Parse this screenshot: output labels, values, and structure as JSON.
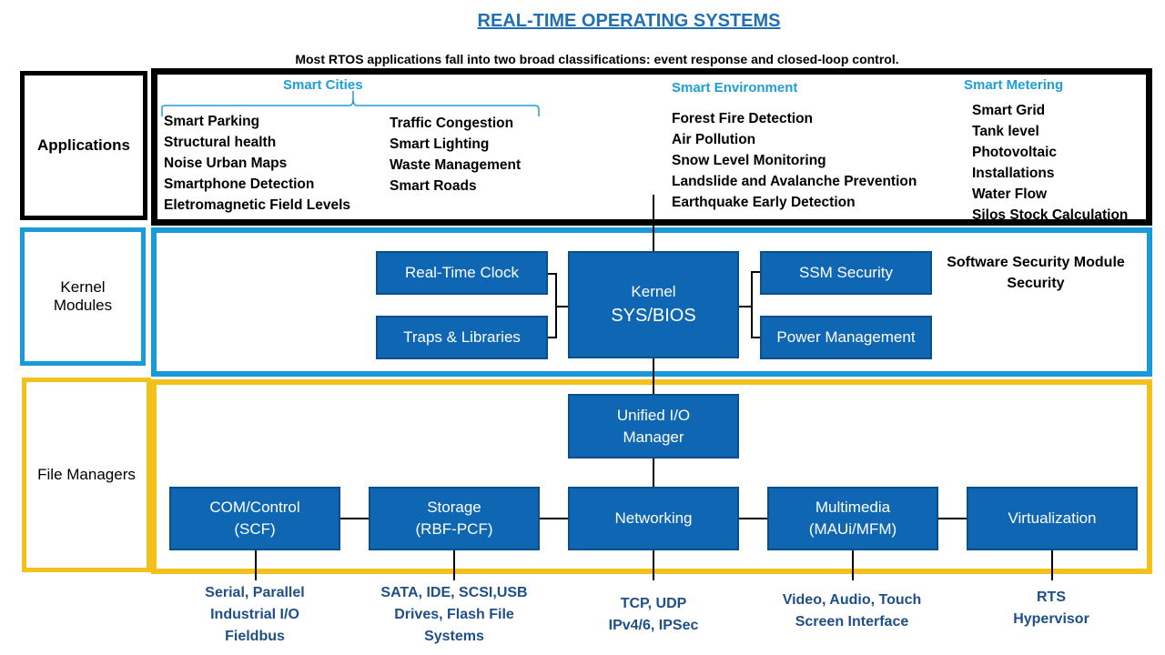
{
  "title": "REAL-TIME OPERATING SYSTEMS",
  "subtitle": "Most RTOS applications fall into two broad classifications: event response and closed-loop control.",
  "layers": {
    "applications": "Applications",
    "kernel_modules": "Kernel\nModules",
    "file_managers": "File Managers"
  },
  "applications": {
    "smart_cities": {
      "title": "Smart Cities",
      "col1": [
        "Smart Parking",
        "Structural health",
        "Noise Urban Maps",
        "Smartphone Detection",
        "Eletromagnetic Field Levels"
      ],
      "col2": [
        "Traffic Congestion",
        "Smart Lighting",
        "Waste Management",
        "Smart Roads"
      ]
    },
    "smart_environment": {
      "title": "Smart Environment",
      "items": [
        "Forest Fire Detection",
        "Air Pollution",
        "Snow Level Monitoring",
        "Landslide and Avalanche Prevention",
        "Earthquake Early Detection"
      ]
    },
    "smart_metering": {
      "title": "Smart Metering",
      "items": [
        "Smart Grid",
        "Tank level",
        "Photovoltaic",
        "Installations",
        "Water Flow",
        "Silos Stock Calculation"
      ]
    }
  },
  "kernel": {
    "real_time_clock": "Real-Time Clock",
    "traps_libraries": "Traps & Libraries",
    "kernel_label": "Kernel",
    "kernel_sub": "SYS/BIOS",
    "ssm_security": "SSM Security",
    "power_management": "Power Management",
    "ssm_note": "Software Security Module\nSecurity"
  },
  "file_managers": {
    "unified_io": "Unified I/O\nManager",
    "modules": [
      "COM/Control\n(SCF)",
      "Storage\n(RBF-PCF)",
      "Networking",
      "Multimedia\n(MAUi/MFM)",
      "Virtualization"
    ],
    "interfaces": [
      "Serial, Parallel\nIndustrial I/O\nFieldbus",
      "SATA, IDE, SCSI,USB\nDrives, Flash File\nSystems",
      "TCP, UDP\nIPv4/6, IPSec",
      "Video, Audio, Touch\nScreen Interface",
      "RTS\nHypervisor"
    ]
  },
  "colors": {
    "title": "#1f6fb5",
    "box_fill": "#0f67b3",
    "category": "#1e9ed6",
    "applications_border": "#000000",
    "kernel_border": "#1a9ad6",
    "file_managers_border": "#f3c11b",
    "interface_text": "#1f4f87"
  }
}
